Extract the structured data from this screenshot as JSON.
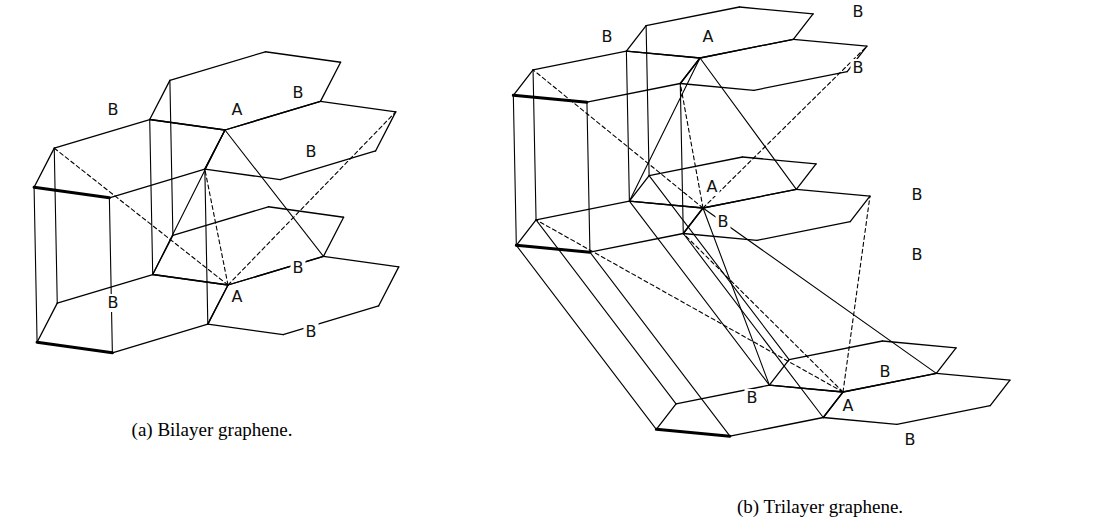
{
  "diagram": {
    "labels": [
      "B",
      "A",
      "B",
      "B",
      "B",
      "B",
      "A",
      "B",
      "(a) Bilayer graphene.",
      "B",
      "A",
      "B",
      "B",
      "A",
      "B",
      "B",
      "B",
      "B",
      "B",
      "A",
      "B",
      "(b) Trilayer graphene."
    ]
  }
}
